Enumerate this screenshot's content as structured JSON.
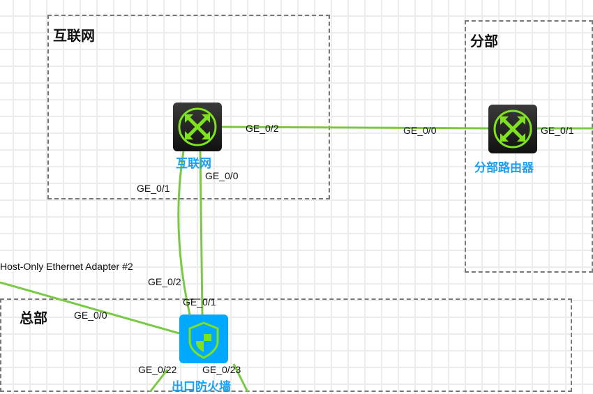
{
  "areas": {
    "internet": "互联网",
    "branch": "分部",
    "hq": "总部"
  },
  "devices": {
    "internet_router": {
      "label": "互联网",
      "icon": "router-icon"
    },
    "branch_router": {
      "label": "分部路由器",
      "icon": "router-icon"
    },
    "firewall": {
      "label": "出口防火墙",
      "icon": "firewall-shield-icon"
    }
  },
  "ports": {
    "ir_ge02": "GE_0/2",
    "ir_ge00": "GE_0/0",
    "ir_ge01": "GE_0/1",
    "br_ge00": "GE_0/0",
    "br_ge01": "GE_0/1",
    "fw_ge02": "GE_0/2",
    "fw_ge01": "GE_0/1",
    "fw_ge00": "GE_0/0",
    "fw_ge022": "GE_0/22",
    "fw_ge023": "GE_0/23"
  },
  "host_adapter": "Host-Only Ethernet Adapter #2",
  "colors": {
    "link": "#7ac943",
    "firewall": "#00a8ff",
    "label": "#1aa0f0"
  }
}
